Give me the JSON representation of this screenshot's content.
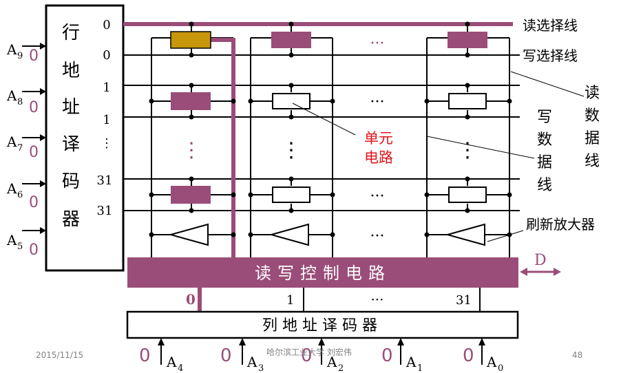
{
  "colors": {
    "accent": "#9a4d78",
    "selected_cell": "#c8960a",
    "red_text": "#e0151b",
    "line": "#000000"
  },
  "row_decoder": {
    "title_chars": [
      "行",
      "地",
      "址",
      "译",
      "码",
      "器"
    ],
    "row_labels": [
      "0",
      "0",
      "1",
      "1",
      "31",
      "31"
    ],
    "dots": "⋮"
  },
  "row_address_inputs": [
    {
      "letter": "A",
      "sub": "9",
      "value": "0"
    },
    {
      "letter": "A",
      "sub": "8",
      "value": "0"
    },
    {
      "letter": "A",
      "sub": "7",
      "value": "0"
    },
    {
      "letter": "A",
      "sub": "6",
      "value": "0"
    },
    {
      "letter": "A",
      "sub": "5",
      "value": "0"
    }
  ],
  "labels": {
    "read_select_line": "读选择线",
    "write_select_line": "写选择线",
    "read_data_line_chars": [
      "读",
      "数",
      "据",
      "线"
    ],
    "write_data_line_chars": [
      "写",
      "数",
      "据",
      "线"
    ],
    "cell_circuit_lines": [
      "单元",
      "电路"
    ],
    "refresh_amp": "刷新放大器"
  },
  "rw_control": {
    "label": "读写控制电路",
    "data_label": "D"
  },
  "column_decoder": {
    "label": "列地址译码器",
    "outputs": [
      "0",
      "1",
      "···",
      "31"
    ]
  },
  "column_address_inputs": [
    {
      "letter": "A",
      "sub": "4",
      "value": "0"
    },
    {
      "letter": "A",
      "sub": "3",
      "value": "0"
    },
    {
      "letter": "A",
      "sub": "2",
      "value": "0"
    },
    {
      "letter": "A",
      "sub": "1",
      "value": "0"
    },
    {
      "letter": "A",
      "sub": "0",
      "value": "0"
    }
  ],
  "ellipsis_h": "···",
  "ellipsis_v": "⋮",
  "footer": {
    "date": "2015/11/15",
    "source": "哈尔滨工业大学 刘宏伟",
    "page": "48"
  }
}
